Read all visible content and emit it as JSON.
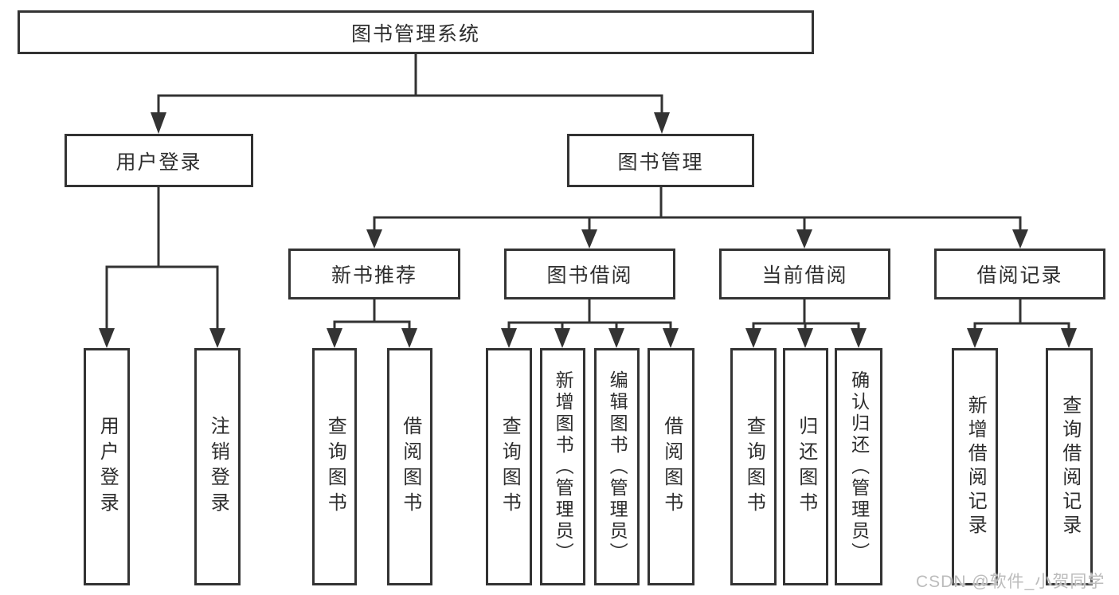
{
  "colors": {
    "line": "#333333",
    "text": "#2e2e2e",
    "box-bg": "#ffffff",
    "background": "#ffffff",
    "watermark": "#bcbcbc"
  },
  "watermark": "CSDN @软件_小贺同学",
  "diagram": {
    "type": "tree",
    "root": {
      "label": "图书管理系统"
    },
    "branches": [
      {
        "label": "用户登录",
        "children": [
          {
            "label": "用户登录"
          },
          {
            "label": "注销登录"
          }
        ]
      },
      {
        "label": "图书管理",
        "children": [
          {
            "label": "新书推荐",
            "children": [
              {
                "label": "查询图书"
              },
              {
                "label": "借阅图书"
              }
            ]
          },
          {
            "label": "图书借阅",
            "children": [
              {
                "label": "查询图书"
              },
              {
                "label": "新增图书（管理员）"
              },
              {
                "label": "编辑图书（管理员）"
              },
              {
                "label": "借阅图书"
              }
            ]
          },
          {
            "label": "当前借阅",
            "children": [
              {
                "label": "查询图书"
              },
              {
                "label": "归还图书"
              },
              {
                "label": "确认归还（管理员）"
              }
            ]
          },
          {
            "label": "借阅记录",
            "children": [
              {
                "label": "新增借阅记录"
              },
              {
                "label": "查询借阅记录"
              }
            ]
          }
        ]
      }
    ]
  }
}
